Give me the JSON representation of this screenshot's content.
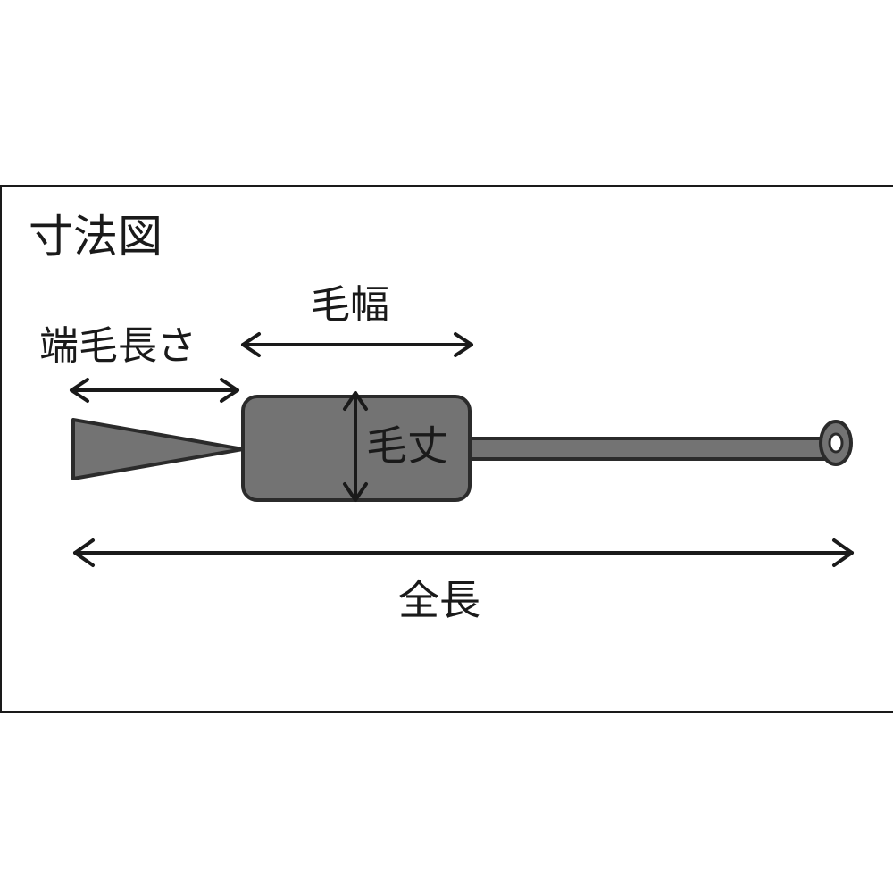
{
  "title": "寸法図",
  "labels": {
    "tip_length": "端毛長さ",
    "bristle_width": "毛幅",
    "bristle_height": "毛丈",
    "total_length": "全長"
  },
  "colors": {
    "brush_fill": "#737373",
    "brush_stroke": "#2b2b2b",
    "arrow": "#1a1a1a",
    "frame": "#1a1a1a"
  }
}
